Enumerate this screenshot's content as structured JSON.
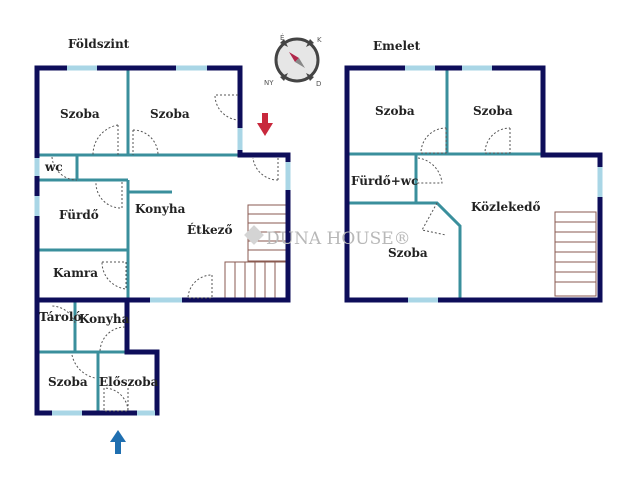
{
  "titles": {
    "ground": "Földszint",
    "upper": "Emelet"
  },
  "ground_rooms": [
    "Szoba",
    "Szoba",
    "wc",
    "Fürdő",
    "Konyha",
    "Étkező",
    "Kamra",
    "Tároló",
    "Konyha",
    "Szoba",
    "Előszoba"
  ],
  "upper_rooms": [
    "Szoba",
    "Szoba",
    "Fürdő+wc",
    "Közlekedő",
    "Szoba"
  ],
  "compass": {
    "n": "É",
    "e": "K",
    "s": "D",
    "w": "NY"
  },
  "watermark": "DUNA HOUSE®",
  "colors": {
    "outer_wall": "#0e0e5a",
    "inner_wall": "#3a8f9c",
    "window": "#a9d6e6",
    "entrance_arrow": "#c8283c",
    "entry_arrow": "#1f6fb0"
  }
}
